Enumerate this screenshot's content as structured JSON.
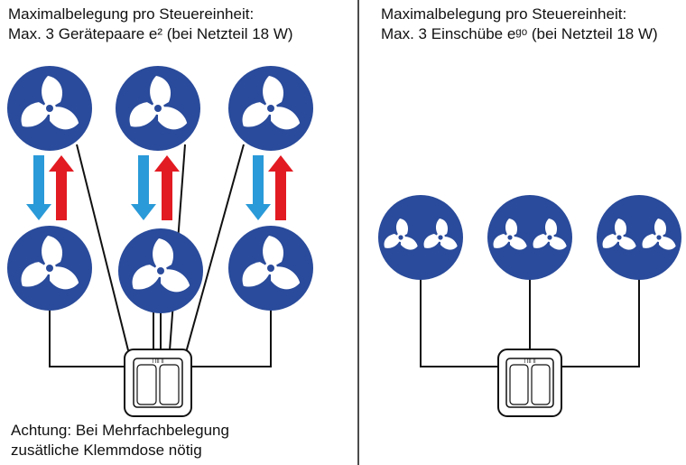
{
  "left_panel": {
    "title_line1": "Maximalbelegung pro Steuereinheit:",
    "title_line2": "Max. 3 Gerätepaare e² (bei Netzteil 18 W)",
    "note_line1": "Achtung: Bei Mehrfachbelegung",
    "note_line2": "zusätliche Klemmdose nötig",
    "fan_pairs": 3,
    "controller_label": "I  III  II"
  },
  "right_panel": {
    "title_line1": "Maximalbelegung pro Steuereinheit:",
    "title_line2": "Max. 3 Einschübe eᵍᵒ (bei Netzteil 18 W)",
    "inserts": 3,
    "controller_label": "I  III  II"
  },
  "colors": {
    "fan_blue": "#2a4b9b",
    "arrow_blue": "#2a9ad8",
    "arrow_red": "#e21b22",
    "line": "#111111"
  }
}
